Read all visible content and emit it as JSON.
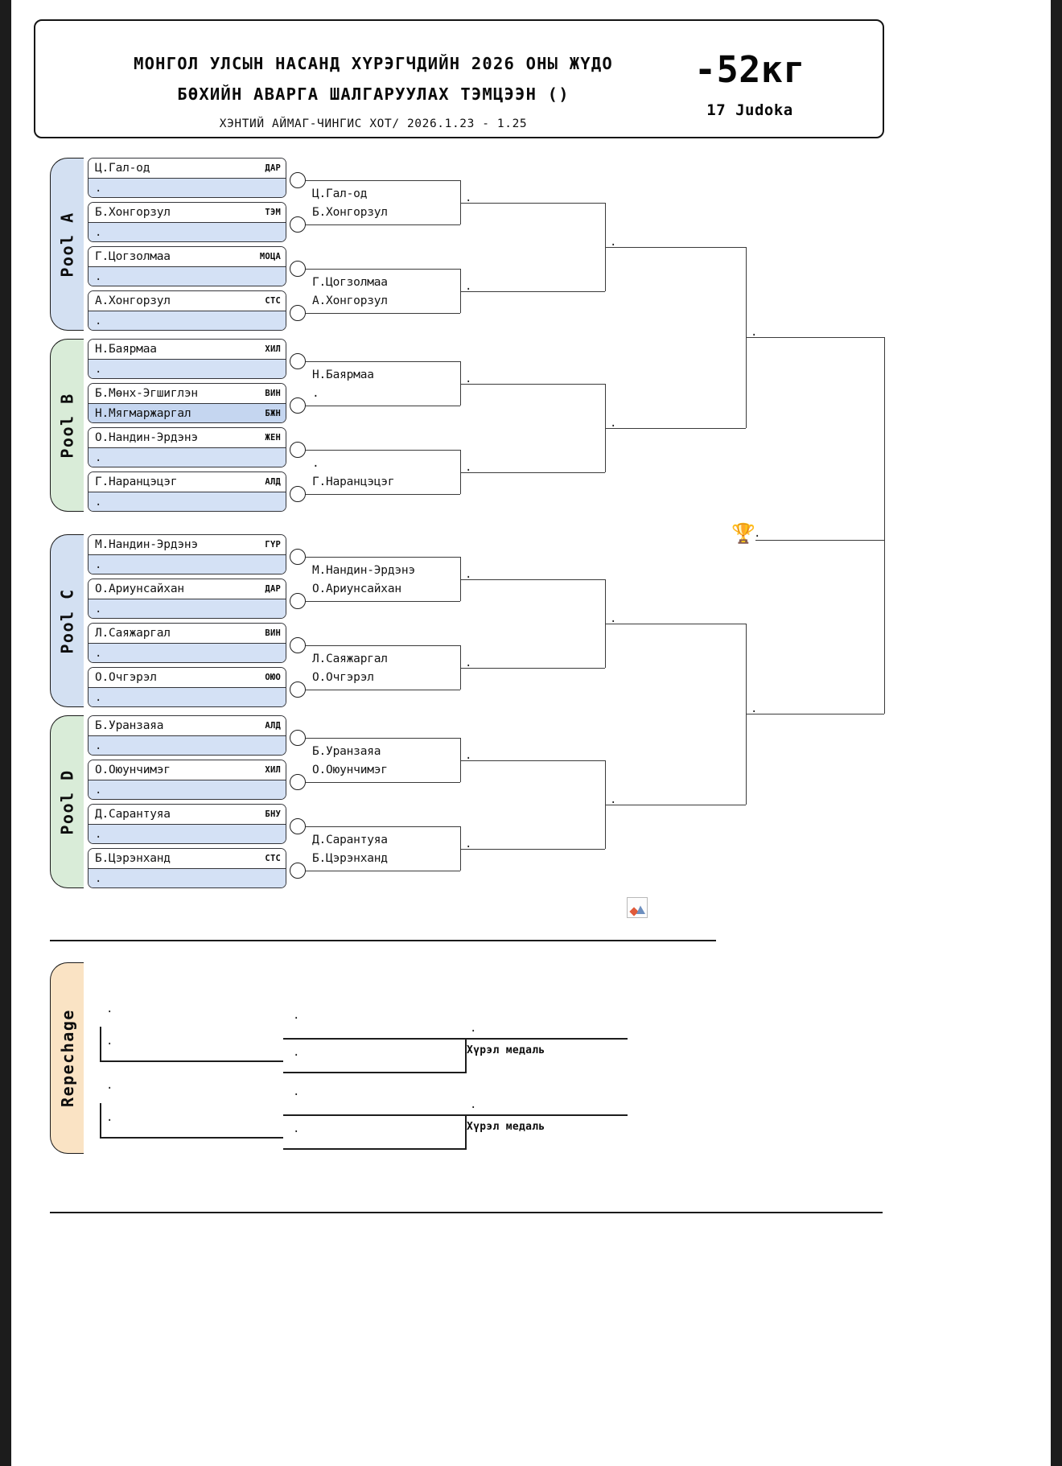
{
  "header": {
    "title_line1": "МОНГОЛ УЛСЫН НАСАНД ХҮРЭГЧДИЙН 2026 ОНЫ ЖҮДО",
    "title_line2": "БӨХИЙН АВАРГА ШАЛГАРУУЛАХ ТЭМЦЭЭН ()",
    "subtitle": "ХЭНТИЙ АЙМАГ-ЧИНГИС ХОТ/ 2026.1.23 - 1.25",
    "weight_class": "-52кг",
    "judoka_count": "17 Judoka"
  },
  "pools": [
    {
      "label": "Pool A",
      "color": "#d3e0f2",
      "entries": [
        {
          "name": "Ц.Гал-од",
          "club": "ДАР",
          "second": ".",
          "second_club": ""
        },
        {
          "name": "Б.Хонгорзул",
          "club": "ТЭМ",
          "second": ".",
          "second_club": ""
        },
        {
          "name": "Г.Цогзолмаа",
          "club": "МОЦА",
          "second": ".",
          "second_club": ""
        },
        {
          "name": "А.Хонгорзул",
          "club": "СТС",
          "second": ".",
          "second_club": ""
        }
      ]
    },
    {
      "label": "Pool B",
      "color": "#d9ecd8",
      "entries": [
        {
          "name": "Н.Баярмаа",
          "club": "ХИЛ",
          "second": ".",
          "second_club": ""
        },
        {
          "name": "Б.Мөнх-Эгшиглэн",
          "club": "ВИН",
          "second": "Н.Мягмаржаргал",
          "second_club": "БЖН"
        },
        {
          "name": "О.Нандин-Эрдэнэ",
          "club": "ЖЕН",
          "second": ".",
          "second_club": ""
        },
        {
          "name": "Г.Наранцэцэг",
          "club": "АЛД",
          "second": ".",
          "second_club": ""
        }
      ]
    },
    {
      "label": "Pool C",
      "color": "#d3e0f2",
      "entries": [
        {
          "name": "М.Нандин-Эрдэнэ",
          "club": "ГҮР",
          "second": ".",
          "second_club": ""
        },
        {
          "name": "О.Ариунсайхан",
          "club": "ДАР",
          "second": ".",
          "second_club": ""
        },
        {
          "name": "Л.Саяжаргал",
          "club": "ВИН",
          "second": ".",
          "second_club": ""
        },
        {
          "name": "О.Очгэрэл",
          "club": "ОЮО",
          "second": ".",
          "second_club": ""
        }
      ]
    },
    {
      "label": "Pool D",
      "color": "#d9ecd8",
      "entries": [
        {
          "name": "Б.Уранзаяа",
          "club": "АЛД",
          "second": ".",
          "second_club": ""
        },
        {
          "name": "О.Оюунчимэг",
          "club": "ХИЛ",
          "second": ".",
          "second_club": ""
        },
        {
          "name": "Д.Сарантуяа",
          "club": "БНУ",
          "second": ".",
          "second_club": ""
        },
        {
          "name": "Б.Цэрэнханд",
          "club": "СТС",
          "second": ".",
          "second_club": ""
        }
      ]
    }
  ],
  "round2": [
    {
      "top": "Ц.Гал-од",
      "bottom": "Б.Хонгорзул"
    },
    {
      "top": "Г.Цогзолмаа",
      "bottom": "А.Хонгорзул"
    },
    {
      "top": "Н.Баярмаа",
      "bottom": "."
    },
    {
      "top": ".",
      "bottom": "Г.Наранцэцэг"
    },
    {
      "top": "М.Нандин-Эрдэнэ",
      "bottom": "О.Ариунсайхан"
    },
    {
      "top": "Л.Саяжаргал",
      "bottom": "О.Очгэрэл"
    },
    {
      "top": "Б.Уранзаяа",
      "bottom": "О.Оюунчимэг"
    },
    {
      "top": "Д.Сарантуяа",
      "bottom": "Б.Цэрэнханд"
    }
  ],
  "round3": [
    ".",
    ".",
    ".",
    ".",
    ".",
    ".",
    ".",
    "."
  ],
  "semis": [
    ".",
    ".",
    ".",
    "."
  ],
  "final": [
    ".",
    "."
  ],
  "champion": ".",
  "trophy_icon": "trophy-icon",
  "repechage": {
    "label": "Repechage",
    "color": "#fae3c4",
    "bronze_label_1": "Хүрэл медаль",
    "bronze_label_2": "Хүрэл медаль",
    "slots": [
      ".",
      ".",
      ".",
      ".",
      ".",
      ".",
      ".",
      ".",
      ".",
      "."
    ]
  }
}
